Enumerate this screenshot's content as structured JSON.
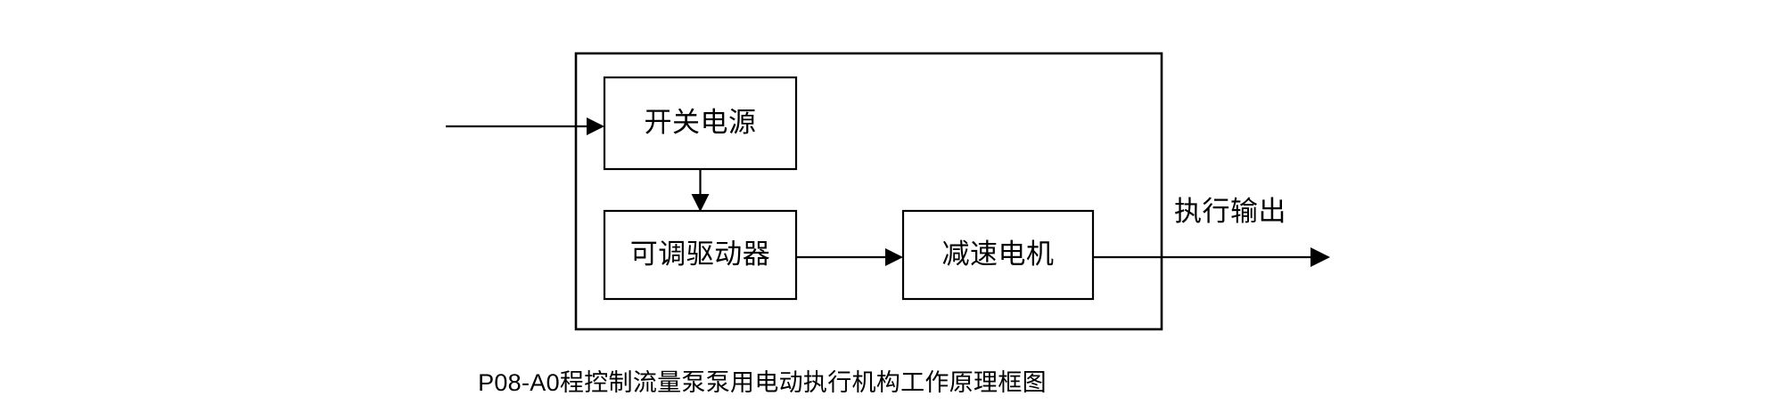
{
  "figure": {
    "caption": "P08-A0程控制流量泵泵用电动执行机构工作原理框图",
    "background_color": "#ffffff",
    "line_color": "#000000",
    "text_color": "#000000"
  },
  "diagram": {
    "type": "block-diagram",
    "enclosure": {
      "name": "actuator-enclosure",
      "label": ""
    },
    "blocks": [
      {
        "id": "switching-power-supply",
        "label": "开关电源"
      },
      {
        "id": "adjustable-driver",
        "label": "可调驱动器"
      },
      {
        "id": "geared-motor",
        "label": "减速电机"
      }
    ],
    "edges": [
      {
        "id": "power-input",
        "from": "",
        "to": "switching-power-supply",
        "label": ""
      },
      {
        "id": "supply-to-driver",
        "from": "switching-power-supply",
        "to": "adjustable-driver",
        "label": ""
      },
      {
        "id": "driver-to-motor",
        "from": "adjustable-driver",
        "to": "geared-motor",
        "label": ""
      },
      {
        "id": "motor-output",
        "from": "geared-motor",
        "to": "",
        "label": "执行输出"
      }
    ]
  }
}
